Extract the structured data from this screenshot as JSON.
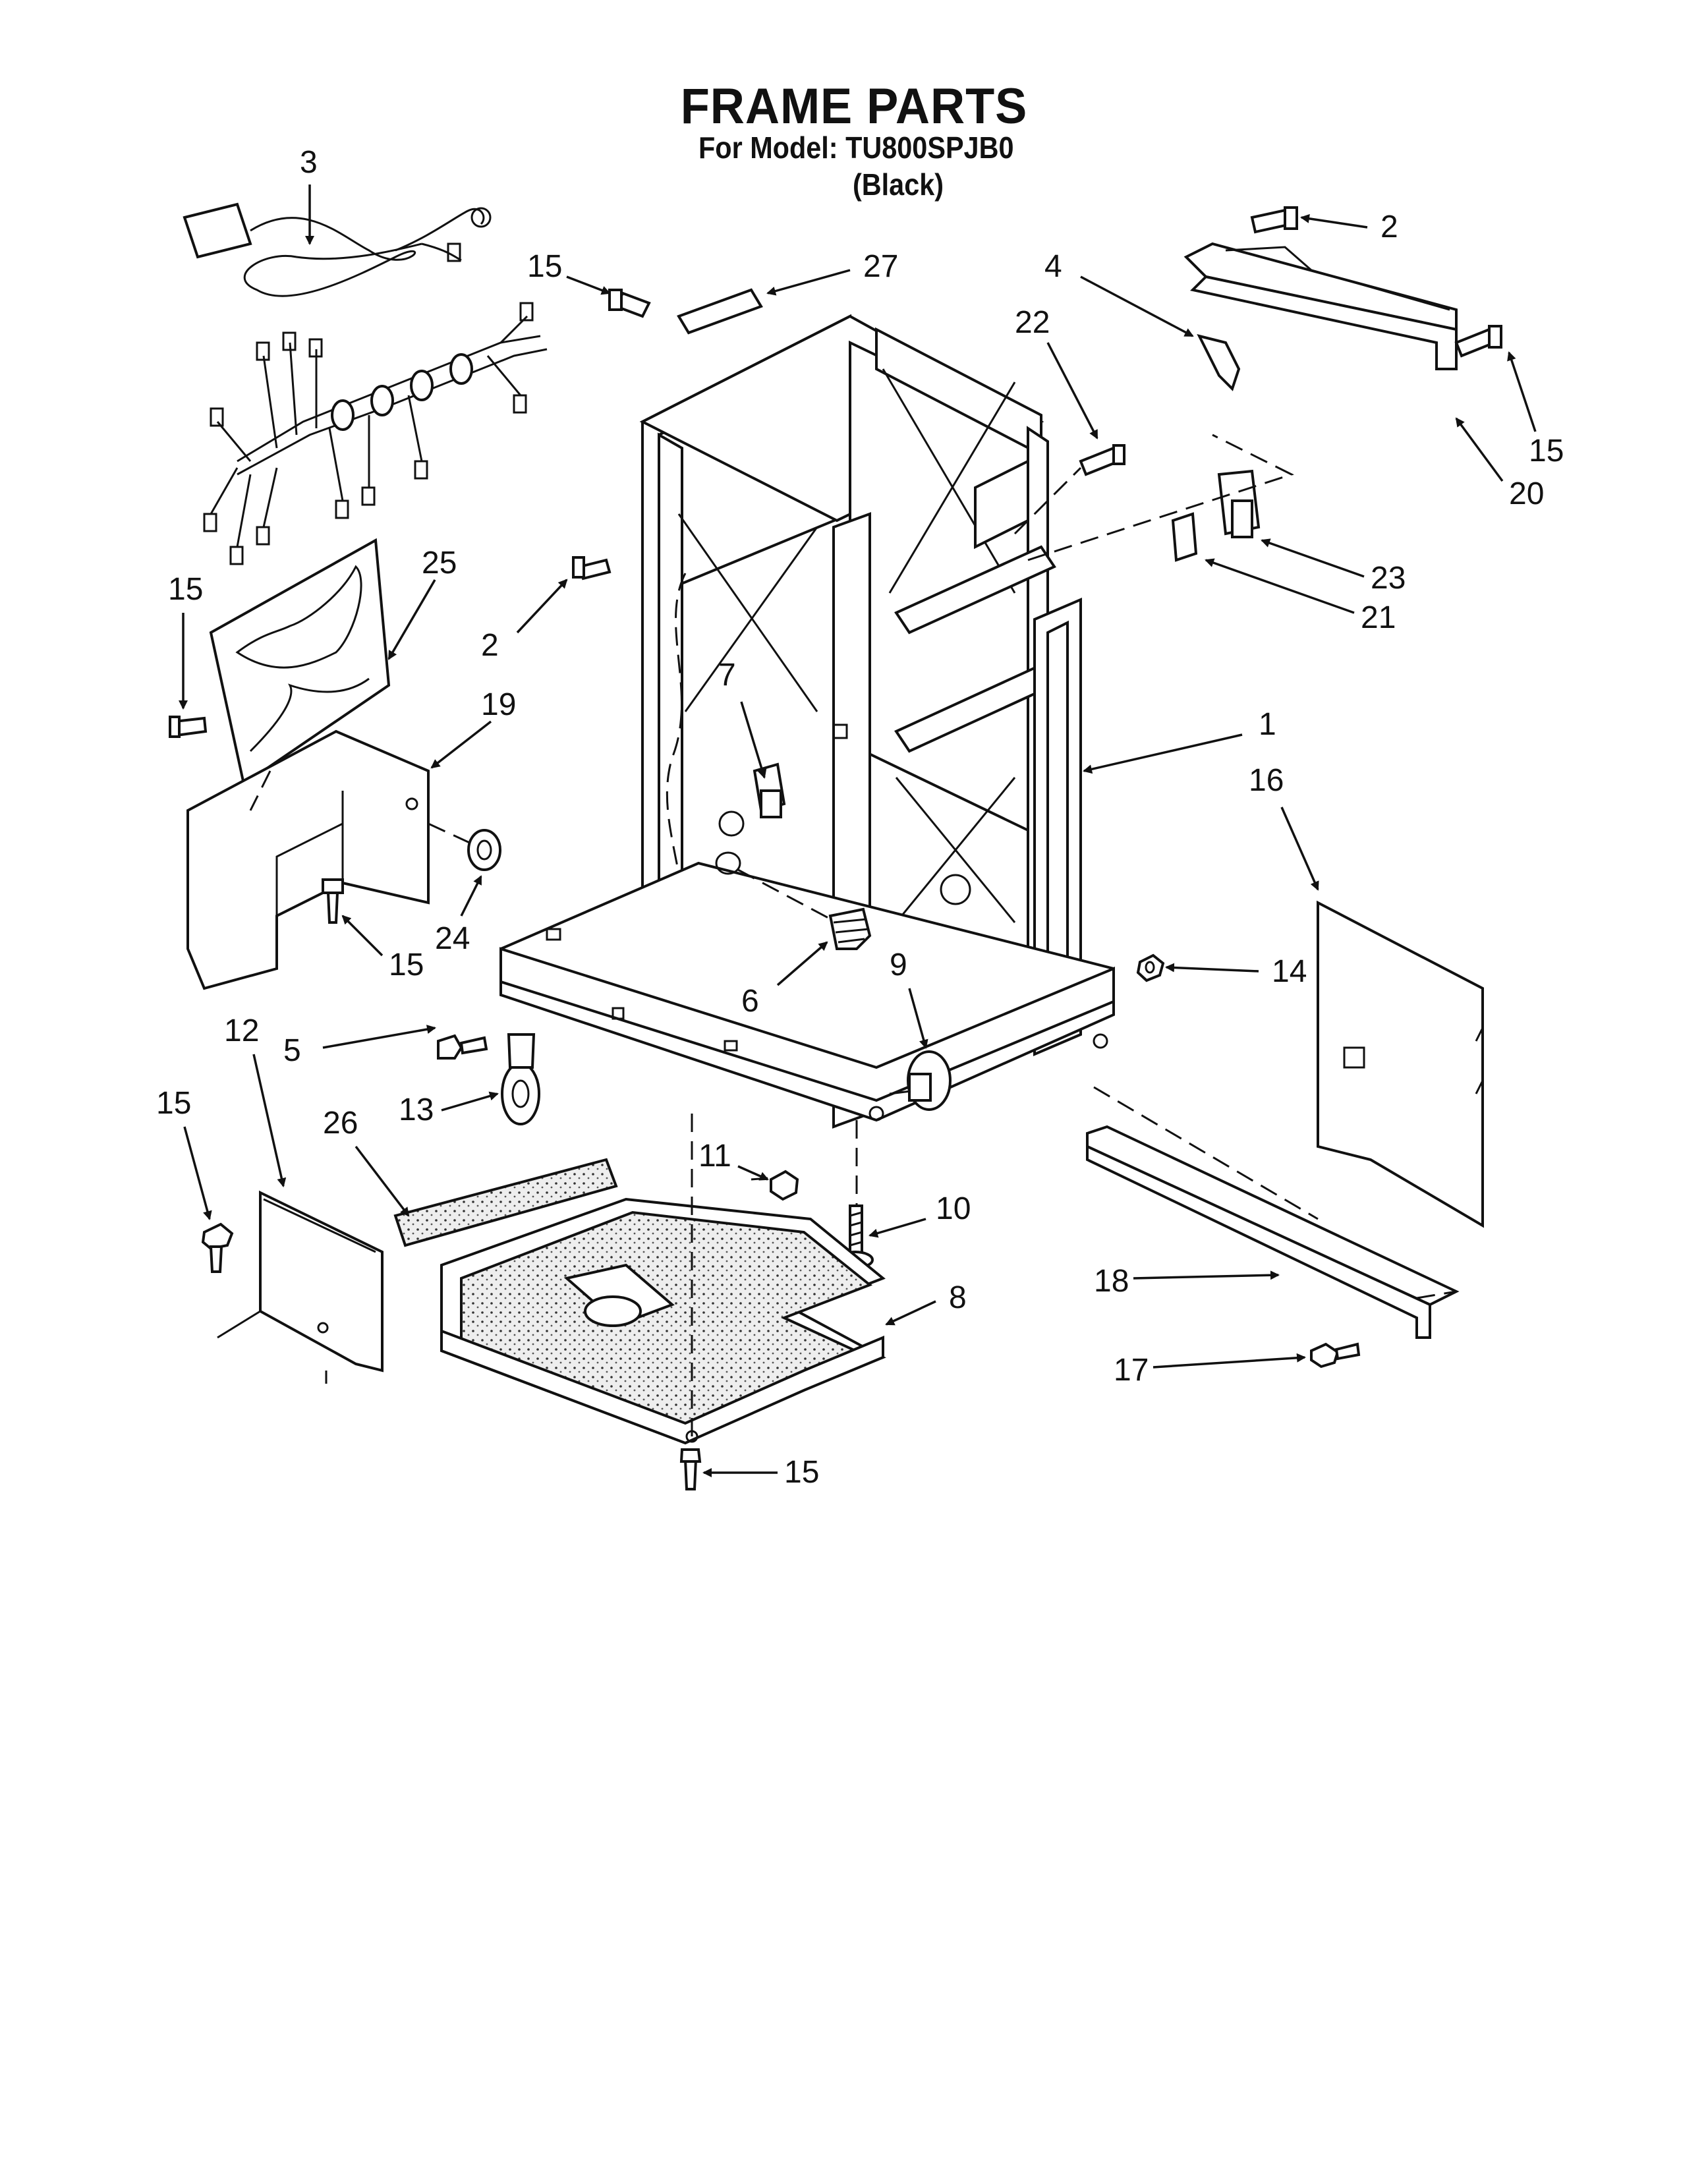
{
  "title": "FRAME PARTS",
  "subtitle_model": "For Model: TU800SPJB0",
  "subtitle_color": "(Black)",
  "callouts": [
    "3",
    "15",
    "27",
    "4",
    "2",
    "22",
    "15",
    "20",
    "23",
    "21",
    "25",
    "15",
    "2",
    "19",
    "7",
    "1",
    "16",
    "24",
    "15",
    "6",
    "9",
    "14",
    "5",
    "12",
    "15",
    "13",
    "26",
    "11",
    "10",
    "8",
    "18",
    "17",
    "15"
  ]
}
